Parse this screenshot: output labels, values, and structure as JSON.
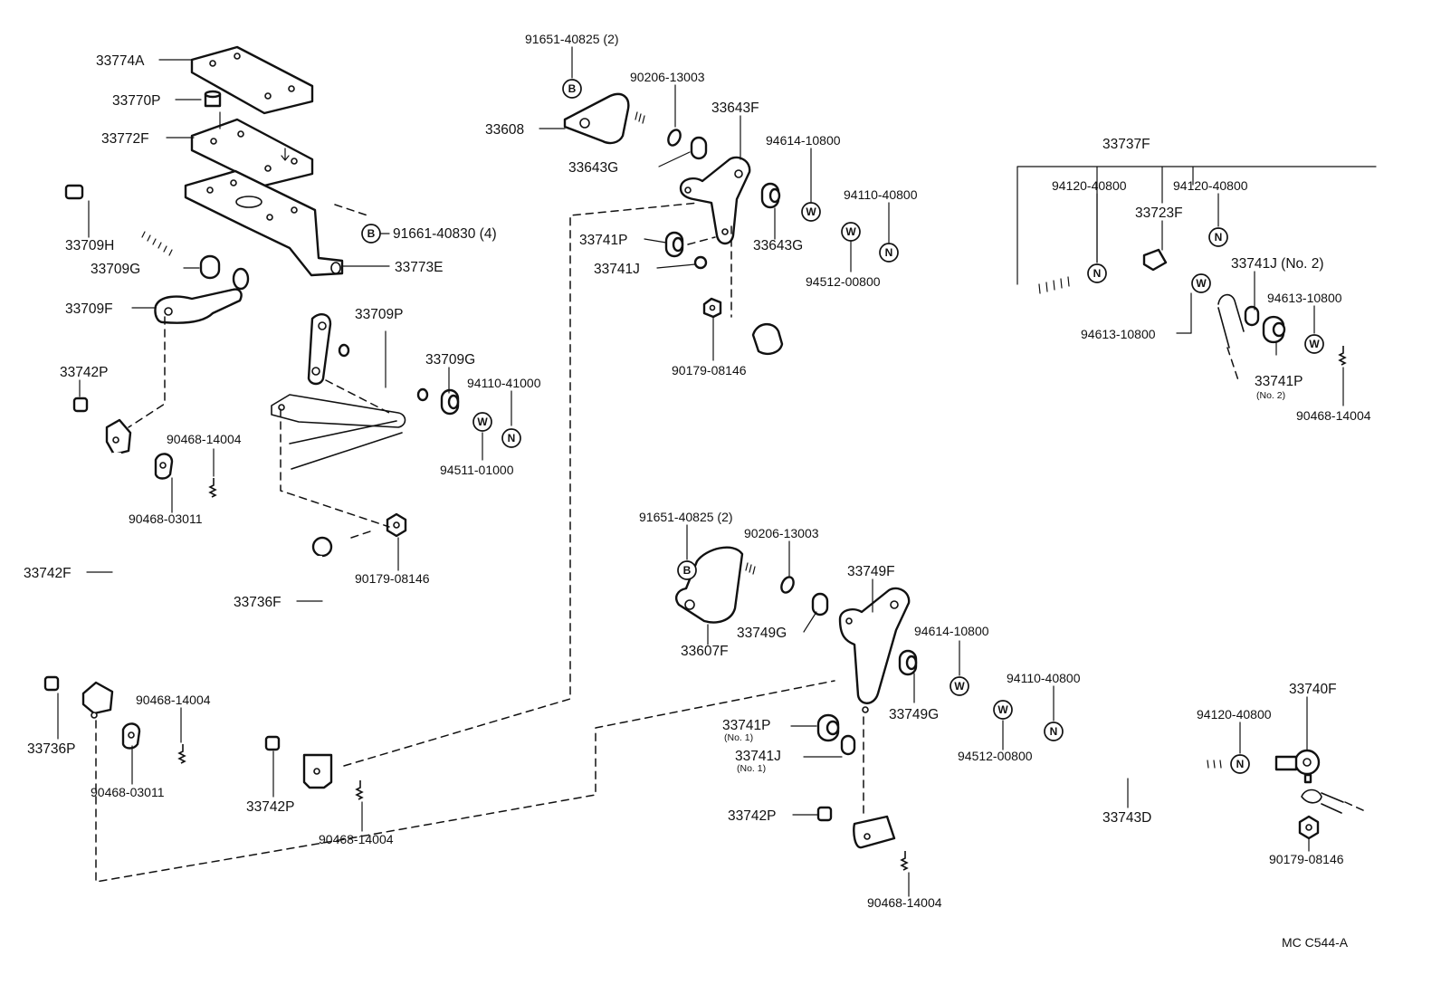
{
  "diagram": {
    "reference_code": "MC  C544-A",
    "symbols": {
      "bolt": "B",
      "nut": "N",
      "washer": "W"
    },
    "labels": [
      {
        "id": "p1",
        "text": "33774A"
      },
      {
        "id": "p2",
        "text": "33770P"
      },
      {
        "id": "p3",
        "text": "33772F"
      },
      {
        "id": "p4",
        "text": "33709H"
      },
      {
        "id": "p5",
        "text": "33709G"
      },
      {
        "id": "p6",
        "text": "91661-40830 (4)"
      },
      {
        "id": "p7",
        "text": "33773E"
      },
      {
        "id": "p8",
        "text": "33709F"
      },
      {
        "id": "p9",
        "text": "33709P"
      },
      {
        "id": "p10",
        "text": "33709G"
      },
      {
        "id": "p11",
        "text": "94110-41000"
      },
      {
        "id": "p12",
        "text": "94511-01000"
      },
      {
        "id": "p13",
        "text": "33742P"
      },
      {
        "id": "p14",
        "text": "90468-14004"
      },
      {
        "id": "p15",
        "text": "90468-03011"
      },
      {
        "id": "p16",
        "text": "33742F"
      },
      {
        "id": "p17",
        "text": "90179-08146"
      },
      {
        "id": "p18",
        "text": "33736F"
      },
      {
        "id": "p19",
        "text": "33736P"
      },
      {
        "id": "p20",
        "text": "90468-14004"
      },
      {
        "id": "p21",
        "text": "90468-03011"
      },
      {
        "id": "p22",
        "text": "33742P"
      },
      {
        "id": "p23",
        "text": "90468-14004"
      },
      {
        "id": "p24",
        "text": "91651-40825 (2)"
      },
      {
        "id": "p25",
        "text": "90206-13003"
      },
      {
        "id": "p26",
        "text": "33608"
      },
      {
        "id": "p27",
        "text": "33643F"
      },
      {
        "id": "p28",
        "text": "33643G"
      },
      {
        "id": "p29",
        "text": "94614-10800"
      },
      {
        "id": "p30",
        "text": "94110-40800"
      },
      {
        "id": "p31",
        "text": "33741P"
      },
      {
        "id": "p32",
        "text": "33643G"
      },
      {
        "id": "p33",
        "text": "33741J"
      },
      {
        "id": "p34",
        "text": "94512-00800"
      },
      {
        "id": "p35",
        "text": "90179-08146"
      },
      {
        "id": "p36",
        "text": "33737F"
      },
      {
        "id": "p37",
        "text": "94120-40800"
      },
      {
        "id": "p38",
        "text": "94120-40800"
      },
      {
        "id": "p39",
        "text": "33723F"
      },
      {
        "id": "p40",
        "text": "33741J (No. 2)"
      },
      {
        "id": "p41",
        "text": "94613-10800"
      },
      {
        "id": "p42",
        "text": "94613-10800"
      },
      {
        "id": "p43",
        "text": "33741P"
      },
      {
        "id": "p44",
        "text": "(No. 2)"
      },
      {
        "id": "p45",
        "text": "90468-14004"
      },
      {
        "id": "p46",
        "text": "91651-40825 (2)"
      },
      {
        "id": "p47",
        "text": "90206-13003"
      },
      {
        "id": "p48",
        "text": "33749F"
      },
      {
        "id": "p49",
        "text": "33749G"
      },
      {
        "id": "p50",
        "text": "33607F"
      },
      {
        "id": "p51",
        "text": "94614-10800"
      },
      {
        "id": "p52",
        "text": "33749G"
      },
      {
        "id": "p53",
        "text": "94110-40800"
      },
      {
        "id": "p54",
        "text": "33741P"
      },
      {
        "id": "p55",
        "text": "(No. 1)"
      },
      {
        "id": "p56",
        "text": "33741J"
      },
      {
        "id": "p57",
        "text": "(No. 1)"
      },
      {
        "id": "p58",
        "text": "94512-00800"
      },
      {
        "id": "p59",
        "text": "94120-40800"
      },
      {
        "id": "p60",
        "text": "33740F"
      },
      {
        "id": "p61",
        "text": "33742P"
      },
      {
        "id": "p62",
        "text": "33743D"
      },
      {
        "id": "p63",
        "text": "90468-14004"
      },
      {
        "id": "p64",
        "text": "90179-08146"
      }
    ]
  }
}
